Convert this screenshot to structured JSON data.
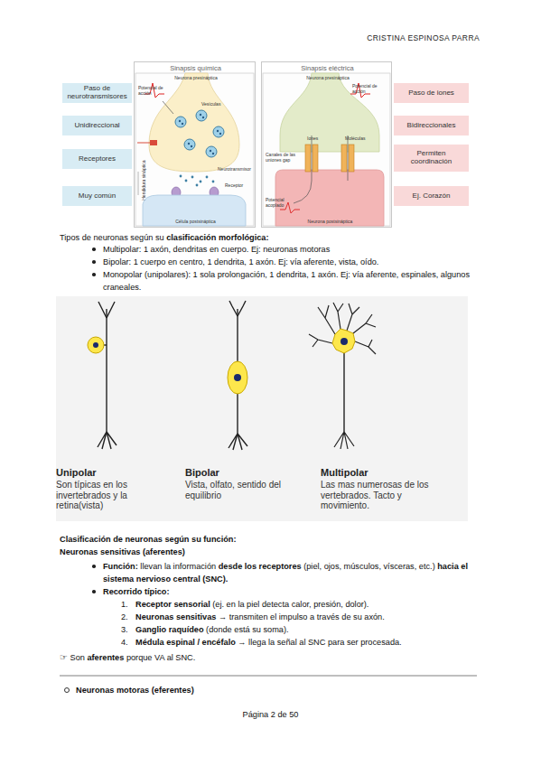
{
  "diagram": {
    "nodes": [
      {
        "text": [
          "Paso de neurotransmisores"
        ]
      },
      {
        "text": [
          "Unidireccional"
        ]
      },
      {
        "text": [
          "Receptores"
        ]
      },
      {
        "text": [
          "Muy común"
        ]
      },
      {
        "text": [
          "Sinapsis química",
          "Neurona presináptica",
          "Potencial de acción",
          "Vesículas",
          "Neurotransmisor",
          "Receptor",
          "Hendidura sináptica",
          "Célula postsináptica"
        ]
      },
      {
        "text": [
          "Sinapsis eléctrica",
          "Neurona presináptica",
          "Potencial de acción",
          "Iones",
          "Moléculas",
          "Canales de las uniones gap",
          "Potencial acoplado",
          "Neurona postsináptica"
        ]
      },
      {
        "text": [
          "Paso de iones"
        ]
      },
      {
        "text": [
          "Bidireccionales"
        ]
      },
      {
        "text": [
          "Permiten coordinación"
        ]
      },
      {
        "text": [
          "Ej. Corazón"
        ]
      },
      {
        "text": [
          "Unipolar",
          "Son típicas en los invertebrados y la retina(vista)",
          "Bipolar",
          "Vista, olfato, sentido del equilibrio",
          "Multipolar",
          "Las mas numerosas de los vertebrados. Tacto y movimiento."
        ]
      }
    ],
    "labels": [
      "CRISTINA ESPINOSA PARRA",
      "Tipos de neuronas según su",
      "clasificación morfológica:",
      "Multipolar: 1 axón, dendritas en cuerpo. Ej: neuronas motoras",
      "Bipolar: 1 cuerpo en centro, 1 dendrita, 1 axón. Ej: vía aferente, vista, oído.",
      "Monopolar (unipolares): 1 sola prolongación, 1 dendrita, 1 axón. Ej: vía aferente, espinales, algunos craneales.",
      "Clasificación de neuronas según su función:",
      "Neuronas sensitivas (aferentes)",
      "Función:",
      "llevan la información",
      "desde los receptores",
      "(piel, ojos, músculos, vísceras, etc.)",
      "hacia el sistema nervioso central (SNC).",
      "Recorrido típico:",
      "1.",
      "Receptor sensorial",
      "(ej. en la piel detecta calor, presión, dolor).",
      "2.",
      "Neuronas sensitivas",
      "→ transmiten el impulso a través de su axón.",
      "3.",
      "Ganglio raquídeo",
      "(donde está su soma).",
      "4.",
      "Médula espinal / encéfalo",
      "→ llega la señal al SNC para ser procesada.",
      "☞",
      "Son",
      "aferentes",
      "porque VA al SNC.",
      "Neuronas motoras (eferentes)",
      "Página 2 de 50"
    ]
  }
}
